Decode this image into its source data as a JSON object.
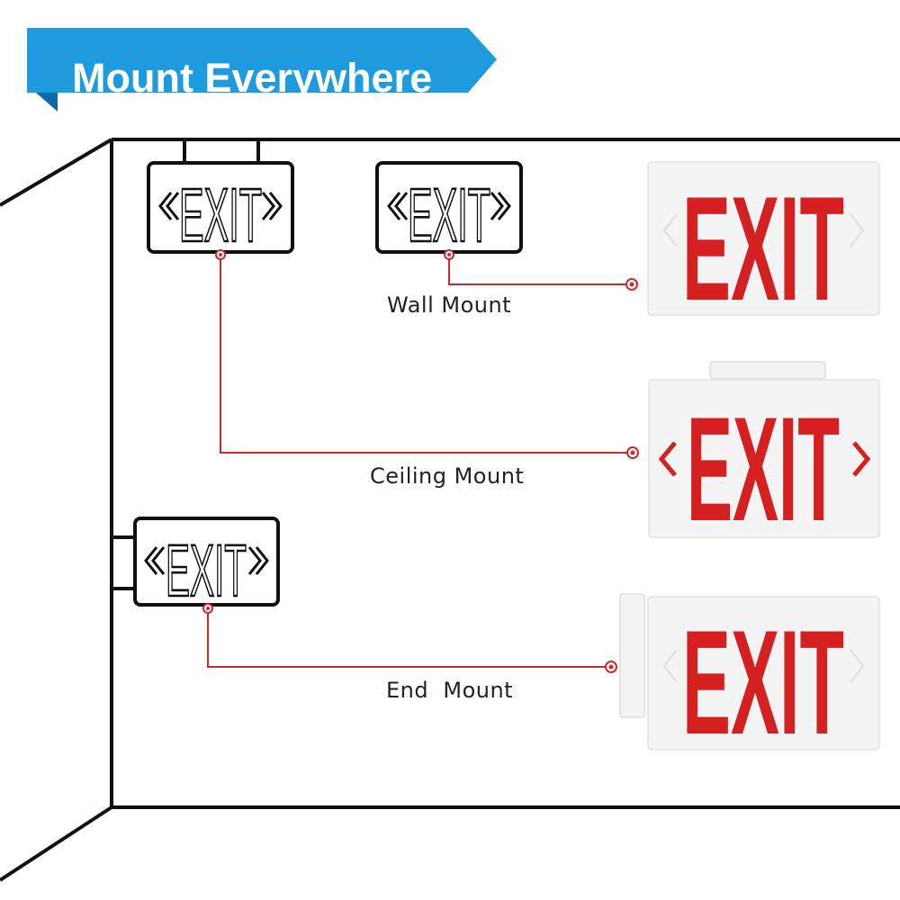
{
  "banner": {
    "title": "Mount Everywhere",
    "color": "#1e9bde",
    "shadow_color": "#0d6aa8",
    "text_color": "#ffffff"
  },
  "sign_text": "EXIT",
  "colors": {
    "line": "#111111",
    "connector": "#cc2b2b",
    "sign_letter": "#d42020",
    "sign_panel": "#f4f4f4"
  },
  "mounts": [
    {
      "id": "wall",
      "label": "Wall Mount"
    },
    {
      "id": "ceiling",
      "label": "Ceiling Mount"
    },
    {
      "id": "end",
      "label": "End  Mount"
    }
  ]
}
